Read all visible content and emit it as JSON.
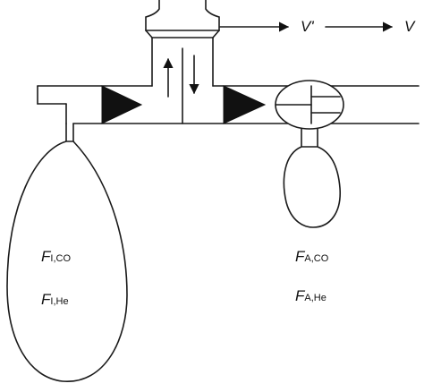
{
  "labels": {
    "v_prime": "V'",
    "v": "V",
    "fi_main": "F",
    "fi_co_sub": "I,CO",
    "fi_he_sub": "I,He",
    "fa_main": "F",
    "fa_co_sub": "A,CO",
    "fa_he_sub": "A,He"
  }
}
